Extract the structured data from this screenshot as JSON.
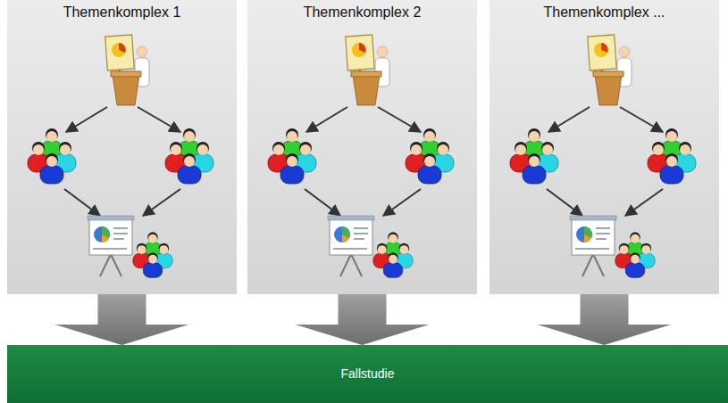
{
  "diagram": {
    "nodes": [
      {
        "text": [
          "Themenkomplex 1"
        ]
      },
      {
        "text": [
          "Themenkomplex 2"
        ]
      },
      {
        "text": [
          "Themenkomplex ..."
        ]
      },
      {
        "text": [
          "Fallstudie"
        ]
      }
    ],
    "edges": [
      {
        "from": 0,
        "to": 3,
        "arrow": "to"
      },
      {
        "from": 1,
        "to": 3,
        "arrow": "to"
      },
      {
        "from": 2,
        "to": 3,
        "arrow": "to"
      }
    ]
  }
}
